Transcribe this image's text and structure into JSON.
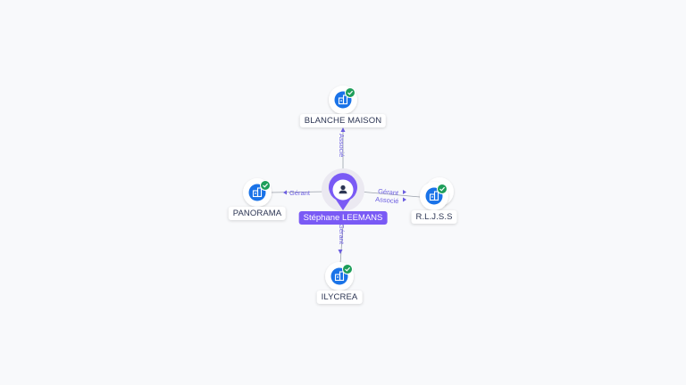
{
  "colors": {
    "person_accent": "#7a5af5",
    "company_icon": "#1a73e8",
    "active_badge": "#1e9e5a",
    "edge": "#9aa0ab",
    "edge_label": "#6b5de0"
  },
  "person": {
    "name": "Stéphane LEEMANS",
    "icon": "person-icon"
  },
  "companies": {
    "blanche_maison": {
      "name": "BLANCHE MAISON",
      "relation": "Associé",
      "icon": "building-icon",
      "status_icon": "check-badge-icon"
    },
    "panorama": {
      "name": "PANORAMA",
      "relation": "Gérant",
      "icon": "building-icon",
      "status_icon": "check-badge-icon"
    },
    "rljss": {
      "name": "R.L.J.S.S",
      "relation_1": "Gérant",
      "relation_2": "Associé",
      "icon": "building-icon",
      "status_icon": "check-badge-icon"
    },
    "ilycrea": {
      "name": "ILYCREA",
      "relation": "Gérant",
      "icon": "building-icon",
      "status_icon": "check-badge-icon"
    }
  }
}
